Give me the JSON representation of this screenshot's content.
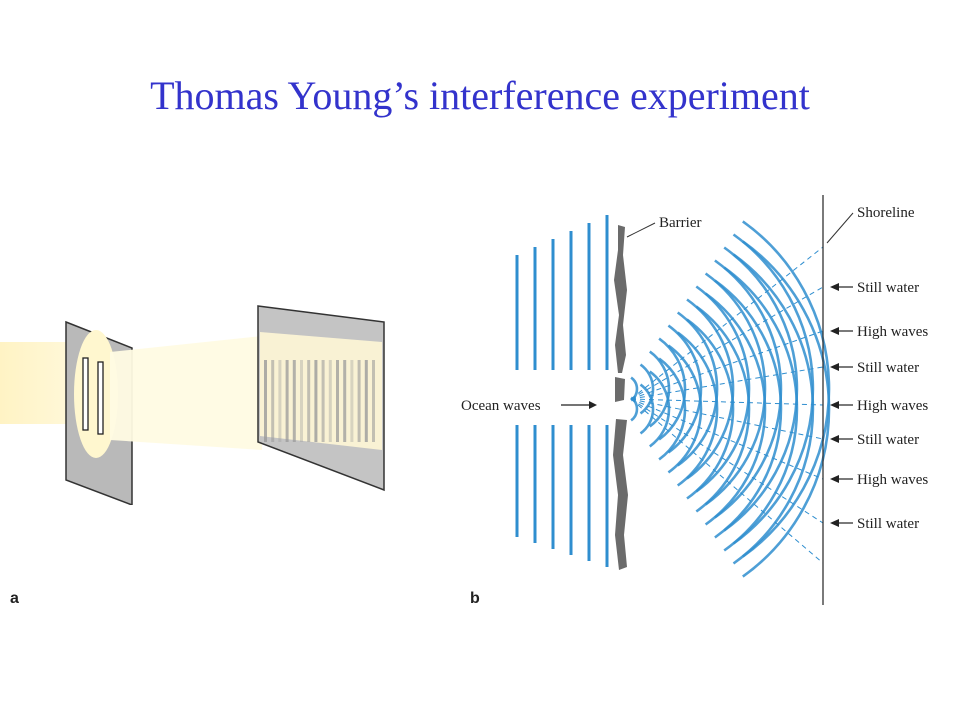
{
  "title": "Thomas Young’s interference experiment",
  "panel_a": {
    "label": "a"
  },
  "panel_b": {
    "label": "b",
    "labels": {
      "barrier": "Barrier",
      "shoreline": "Shoreline",
      "ocean_waves": "Ocean waves",
      "right": [
        "Still water",
        "High waves",
        "Still water",
        "High waves",
        "Still water",
        "High waves",
        "Still water"
      ]
    }
  },
  "colors": {
    "title": "#3333cc",
    "wave": "#2f8ecf",
    "barrier": "#6b6b6b",
    "light_beam": "#fff6c8"
  }
}
